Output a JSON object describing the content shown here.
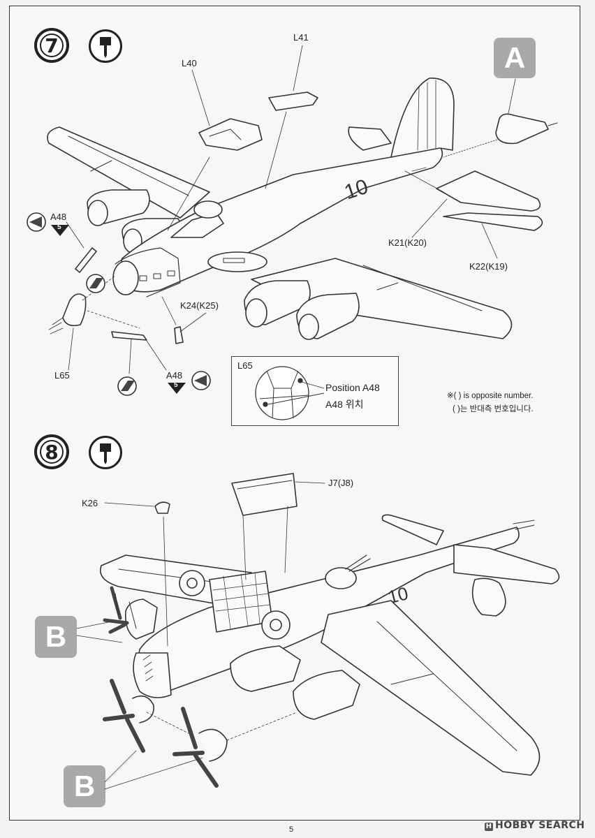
{
  "steps": [
    {
      "number": "7"
    },
    {
      "number": "8"
    }
  ],
  "callouts": {
    "A": "A",
    "B": "B"
  },
  "parts": {
    "l40": "L40",
    "l41": "L41",
    "a48": "A48",
    "a48_num": "5",
    "k21": "K21(K20)",
    "k22": "K22(K19)",
    "k24": "K24(K25)",
    "l65": "L65",
    "k26": "K26",
    "j7": "J7(J8)"
  },
  "inset": {
    "title": "L65",
    "position_en": "Position A48",
    "position_ko": "A48 위치"
  },
  "note": {
    "line1": "※( ) is opposite number.",
    "line2": "( )는 반대측 번호입니다."
  },
  "fuselage_marking": "10",
  "page_number": "5",
  "watermark": "HOBBY SEARCH",
  "watermark_icon": "H"
}
